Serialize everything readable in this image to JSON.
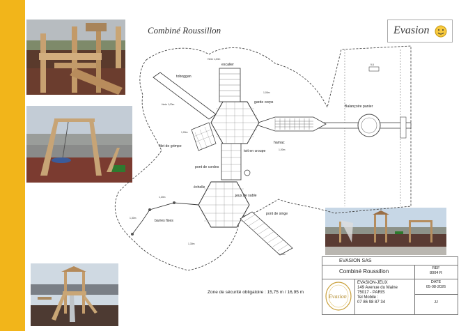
{
  "sheet": {
    "title": "Combiné Roussillon",
    "brand": "Evasion",
    "colors": {
      "accent": "#f2b51a"
    }
  },
  "plan": {
    "labels": {
      "escalier": "escalier",
      "toboggan": "toboggan",
      "garde_corps": "garde corps",
      "filet": "filet de grimpe",
      "hamac": "hamac",
      "toit": "toit en croupe",
      "balancoire": "Balançoire panier",
      "pont_cordes": "pont de cordes",
      "echelle": "échelle",
      "jeux_sable": "jeux de sable",
      "barres": "barres fixes",
      "pont_singe": "pont de singe"
    },
    "dims": {
      "d1": "9.8",
      "d2": "Hmin 1,20m",
      "d3": "Hmin 1,00m",
      "d4": "1,00m",
      "d5": "1,00m",
      "d6": "1,20m",
      "d7": "1,30m",
      "d8": "1,00m",
      "d9": "1,00m",
      "d10": "1,30m"
    },
    "zone_text": "Zone de sécurité obligatoire : 15,75 m / 16,95 m"
  },
  "title_block": {
    "company": "EVASION SAS",
    "product": "Combiné Roussillon",
    "ref_label": "REF",
    "ref_value": "8004 R",
    "address_lines": [
      "EVASION-JEUX",
      "149 Avenue du Maine",
      "75017 - PARIS",
      "Tel Mobile :",
      "07 86 98 87 34"
    ],
    "date_label": "DATE",
    "date_value": "05-08-2026",
    "initials": "JJ",
    "logo_text": "Evasion"
  }
}
